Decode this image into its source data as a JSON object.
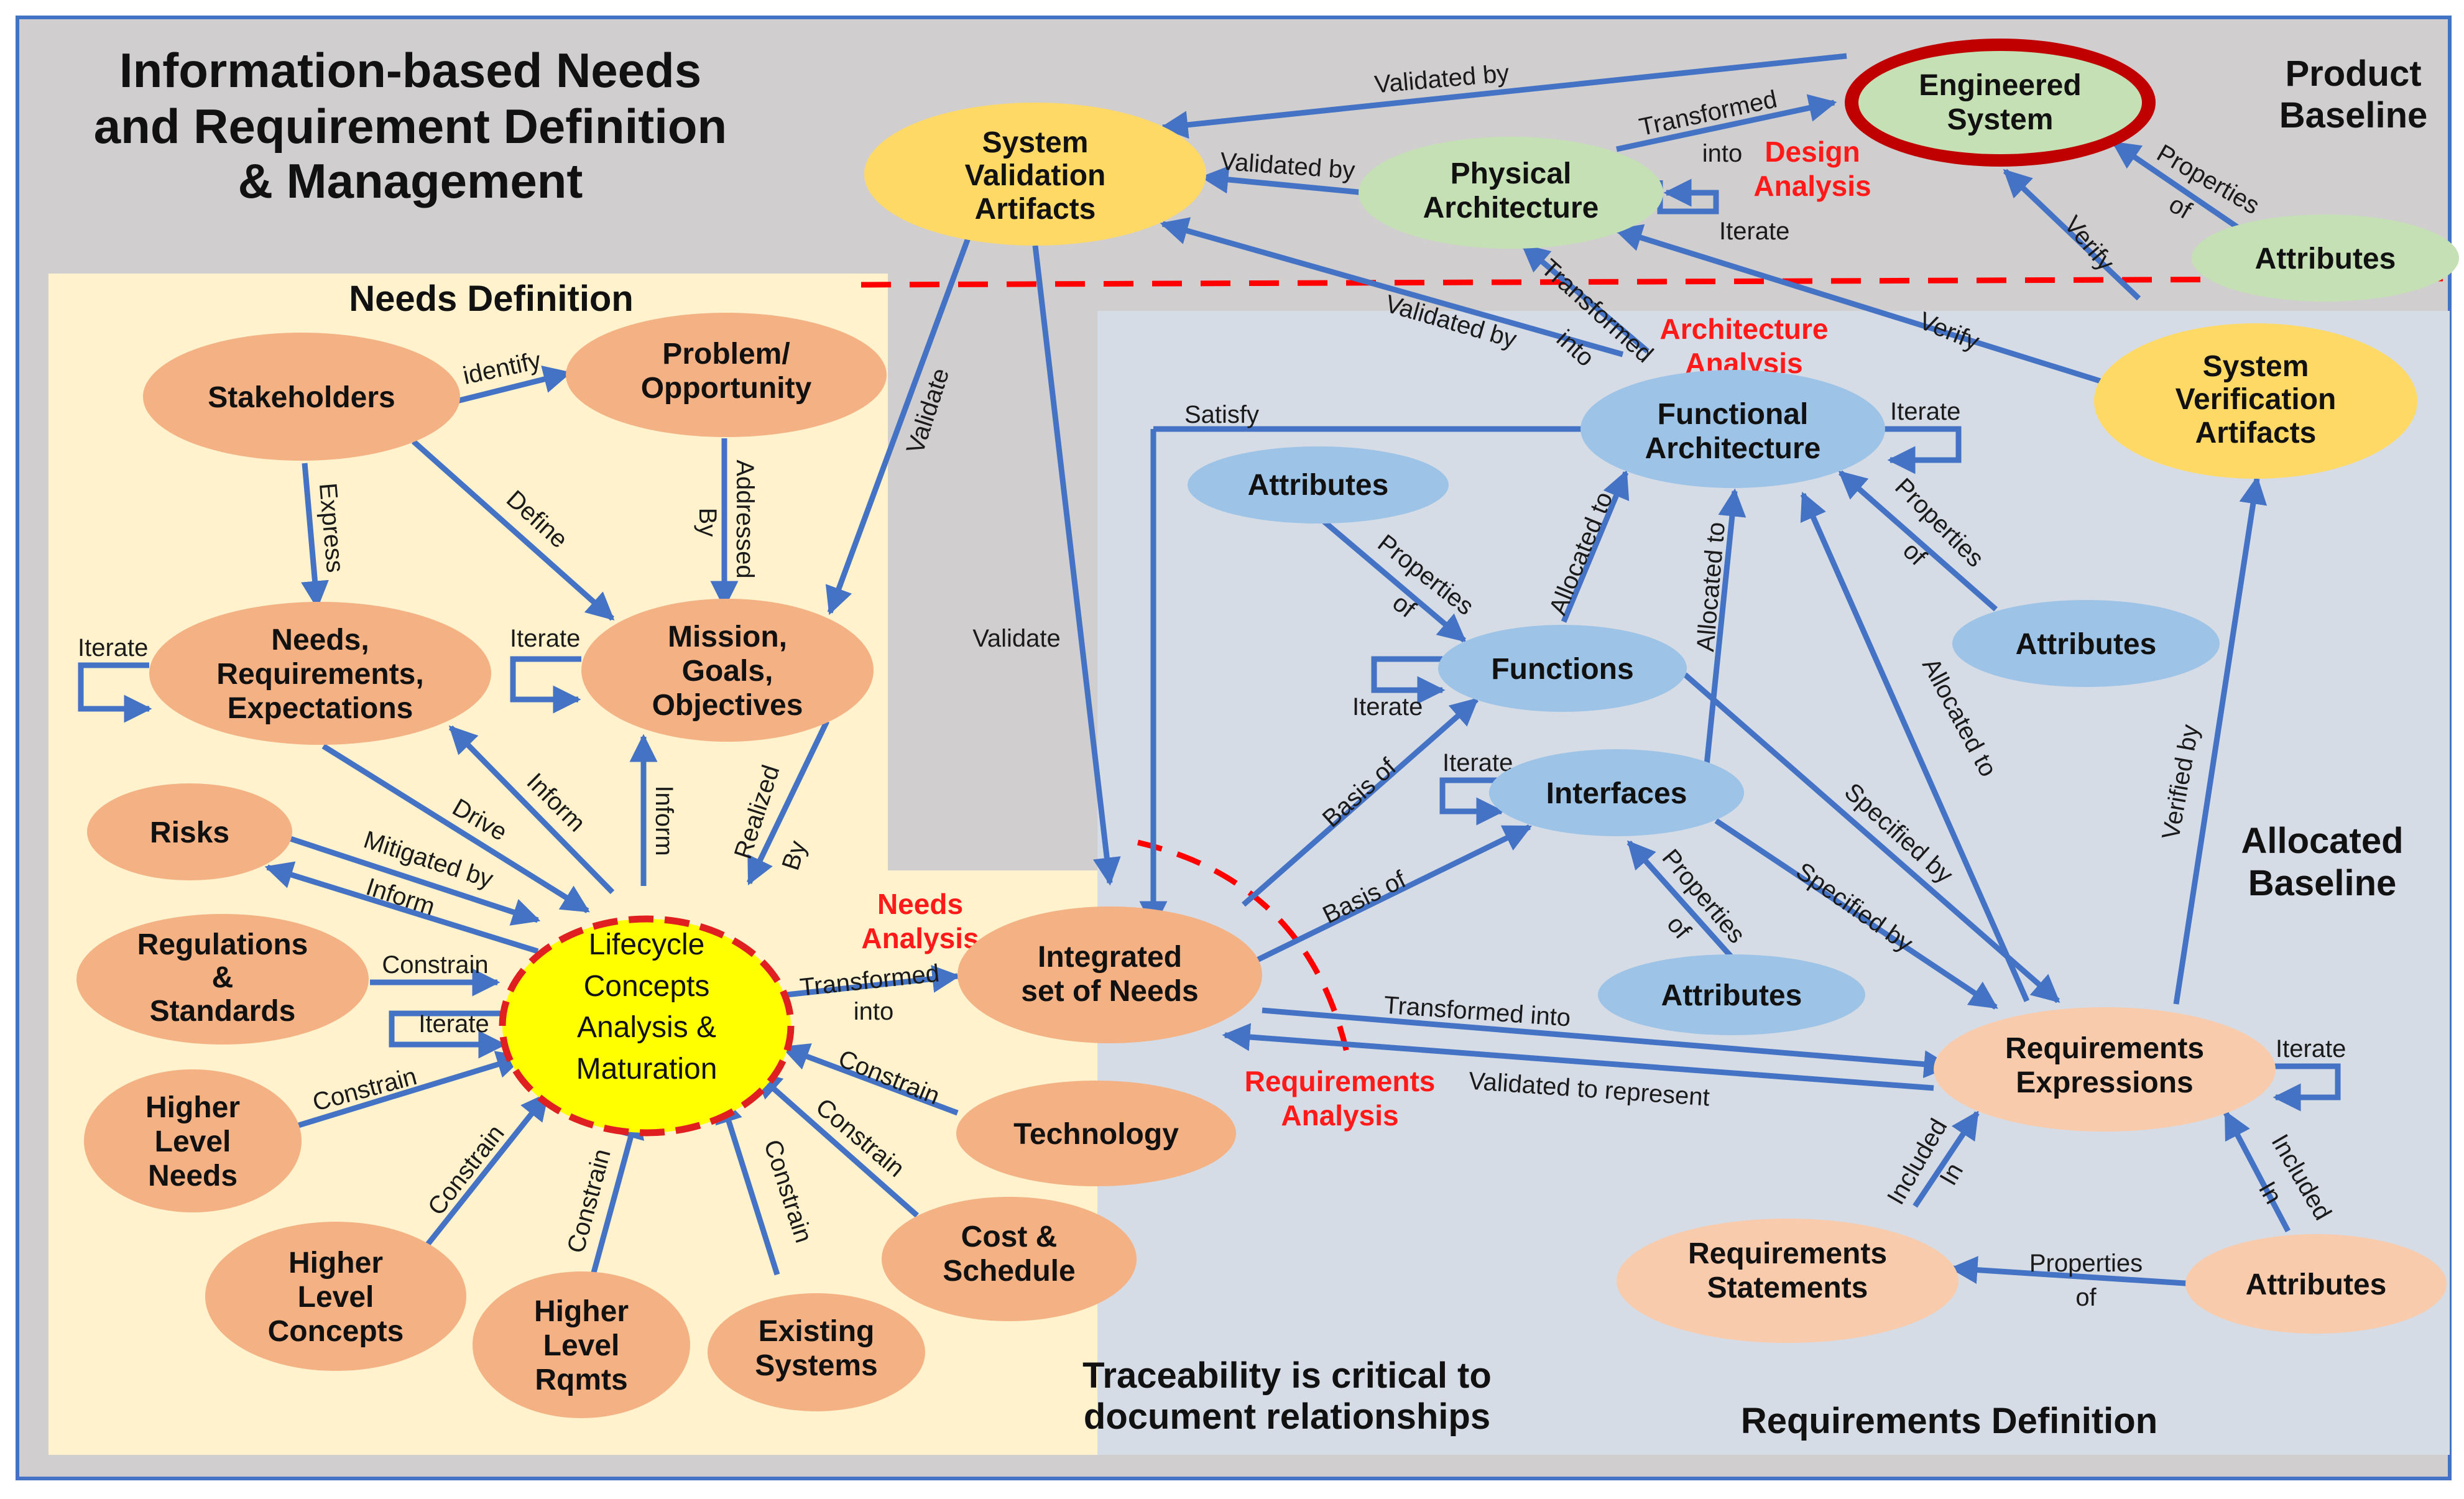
{
  "title": [
    "Information-based Needs",
    "and Requirement Definition",
    "& Management"
  ],
  "regions": {
    "needs_definition": "Needs Definition",
    "product_baseline": [
      "Product",
      "Baseline"
    ],
    "allocated_baseline": [
      "Allocated",
      "Baseline"
    ],
    "requirements_definition": "Requirements Definition",
    "traceability_note": [
      "Traceability is critical to",
      "document relationships"
    ]
  },
  "analysis_labels": {
    "design": [
      "Design",
      "Analysis"
    ],
    "architecture": [
      "Architecture",
      "Analysis"
    ],
    "needs": [
      "Needs",
      "Analysis"
    ],
    "requirements": [
      "Requirements",
      "Analysis"
    ]
  },
  "colors": {
    "orange_node": "#f4b183",
    "green_node": "#c5e0b4",
    "yellow_node": "#ffd966",
    "blue_node": "#9dc3e6",
    "peach_node": "#f8cbad",
    "center_node": "#ffff00",
    "edge": "#4472c4",
    "red": "#ff0000",
    "dark_red": "#c00000",
    "gray_bg": "#d0cece",
    "cream_bg": "#fff2cc",
    "blue_bg": "#d6dce5"
  },
  "nodes": {
    "engineered_system": [
      "Engineered",
      "System"
    ],
    "physical_architecture": [
      "Physical",
      "Architecture"
    ],
    "system_validation_artifacts": [
      "System",
      "Validation",
      "Artifacts"
    ],
    "attributes_pb": [
      "Attributes"
    ],
    "system_verification_artifacts": [
      "System",
      "Verification",
      "Artifacts"
    ],
    "functional_architecture": [
      "Functional",
      "Architecture"
    ],
    "attributes_fn": [
      "Attributes"
    ],
    "attributes_fa": [
      "Attributes"
    ],
    "functions": [
      "Functions"
    ],
    "interfaces": [
      "Interfaces"
    ],
    "attributes_if": [
      "Attributes"
    ],
    "requirements_expressions": [
      "Requirements",
      "Expressions"
    ],
    "requirements_statements": [
      "Requirements",
      "Statements"
    ],
    "attributes_rs": [
      "Attributes"
    ],
    "stakeholders": [
      "Stakeholders"
    ],
    "problem_opportunity": [
      "Problem/",
      "Opportunity"
    ],
    "needs_requirements_expectations": [
      "Needs,",
      "Requirements,",
      "Expectations"
    ],
    "mission_goals_objectives": [
      "Mission,",
      "Goals,",
      "Objectives"
    ],
    "risks": [
      "Risks"
    ],
    "regulations_standards": [
      "Regulations",
      "&",
      "Standards"
    ],
    "higher_level_needs": [
      "Higher",
      "Level",
      "Needs"
    ],
    "higher_level_concepts": [
      "Higher",
      "Level",
      "Concepts"
    ],
    "higher_level_rqmts": [
      "Higher",
      "Level",
      "Rqmts"
    ],
    "existing_systems": [
      "Existing",
      "Systems"
    ],
    "cost_schedule": [
      "Cost &",
      "Schedule"
    ],
    "technology": [
      "Technology"
    ],
    "lifecycle_concepts": [
      "Lifecycle",
      "Concepts",
      "Analysis &",
      "Maturation"
    ],
    "integrated_needs": [
      "Integrated",
      "set of Needs"
    ]
  },
  "edge_labels": {
    "validated_by_top": "Validated by",
    "transformed_into_top": "Transformed",
    "transformed_into_top2": "into",
    "iterate_pa": "Iterate",
    "validated_by_pa": "Validated by",
    "properties_of_pb": "Properties",
    "properties_of_pb2": "of",
    "verify_1": "Verify",
    "verify_2": "Verify",
    "validated_by_fa": "Validated by",
    "transformed_into_fa": "Transformed",
    "transformed_into_fa2": "into",
    "satisfy": "Satisfy",
    "iterate_fa": "Iterate",
    "properties_of_fa": "Properties",
    "properties_of_fa2": "of",
    "allocated_to_1": "Allocated to",
    "allocated_to_2": "Allocated to",
    "allocated_to_3": "Allocated to",
    "properties_of_fn": "Properties",
    "properties_of_fn2": "of",
    "iterate_fn": "Iterate",
    "iterate_if": "Iterate",
    "properties_of_if": "Properties",
    "properties_of_if2": "of",
    "specified_by_1": "Specified by",
    "specified_by_2": "Specified by",
    "verified_by": "Verified by",
    "basis_of_1": "Basis of",
    "basis_of_2": "Basis of",
    "transformed_into_re": "Transformed into",
    "validated_to_represent": "Validated to represent",
    "iterate_re": "Iterate",
    "included_in_1": "Included",
    "included_in_1b": "In",
    "included_in_2": "Included",
    "included_in_2b": "In",
    "properties_of_rs": "Properties",
    "properties_of_rs2": "of",
    "validate_1": "Validate",
    "validate_2": "Validate",
    "identify": "identify",
    "express": "Express",
    "define": "Define",
    "addressed_by": "Addressed",
    "addressed_by2": "By",
    "iterate_nre": "Iterate",
    "iterate_mgo": "Iterate",
    "drive": "Drive",
    "inform_1": "Inform",
    "inform_2": "Inform",
    "inform_3": "Inform",
    "realized_by": "Realized",
    "realized_by2": "By",
    "mitigated_by": "Mitigated by",
    "constrain_reg": "Constrain",
    "iterate_lc": "Iterate",
    "constrain_hln": "Constrain",
    "constrain_hlc": "Constrain",
    "constrain_hlr": "Constrain",
    "constrain_es": "Constrain",
    "constrain_cs": "Constrain",
    "constrain_tech": "Constrain",
    "transformed_into_lc": "Transformed",
    "transformed_into_lc2": "into"
  }
}
